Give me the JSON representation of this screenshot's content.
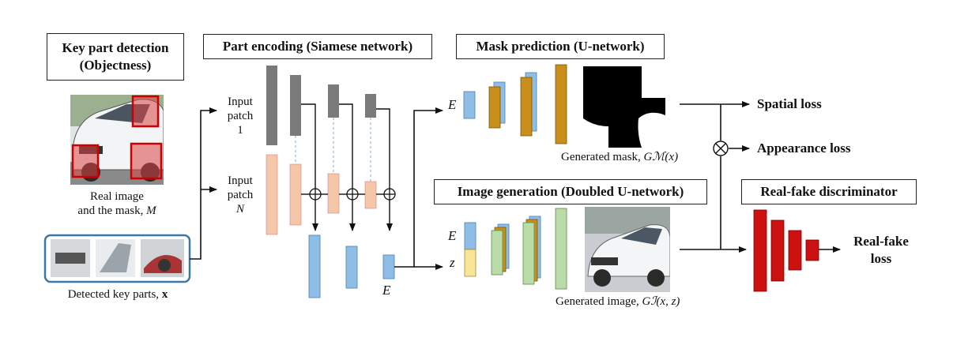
{
  "sections": {
    "key_part_detection": "Key part detection\n(Objectness)",
    "part_encoding": "Part encoding (Siamese network)",
    "mask_prediction": "Mask prediction (U-network)",
    "image_generation": "Image generation (Doubled U-network)",
    "real_fake_discriminator": "Real-fake discriminator"
  },
  "labels": {
    "real_image_line1": "Real image",
    "real_image_line2": "and the mask, ",
    "real_image_symbol": "M",
    "detected_key_parts": "Detected key parts, ",
    "detected_key_parts_symbol": "x",
    "input_patch_1": "Input\npatch\n1",
    "input_patch_n_text": "Input\npatch",
    "input_patch_n_symbol": "N",
    "encoding_E": "E",
    "mask_E": "E",
    "gen_E": "E",
    "gen_z": "z",
    "generated_mask": "Generated mask,  ",
    "generated_mask_symbol": "Gℳ(x)",
    "generated_image": "Generated image,  ",
    "generated_image_symbol": "Gℐ(x, z)",
    "spatial_loss": "Spatial loss",
    "appearance_loss": "Appearance loss",
    "real_fake_loss": "Real-fake\nloss"
  },
  "colors": {
    "gray_block": "#7a7a7a",
    "peach_block": "#f6c6a8",
    "blue_block": "#8fbde6",
    "orange_block": "#c8901a",
    "green_block": "#b9dca8",
    "yellow_block": "#f8e59a",
    "red_block": "#cc1111",
    "key_parts_border": "#3a78a8",
    "dashed_link": "#7ab2dd"
  }
}
